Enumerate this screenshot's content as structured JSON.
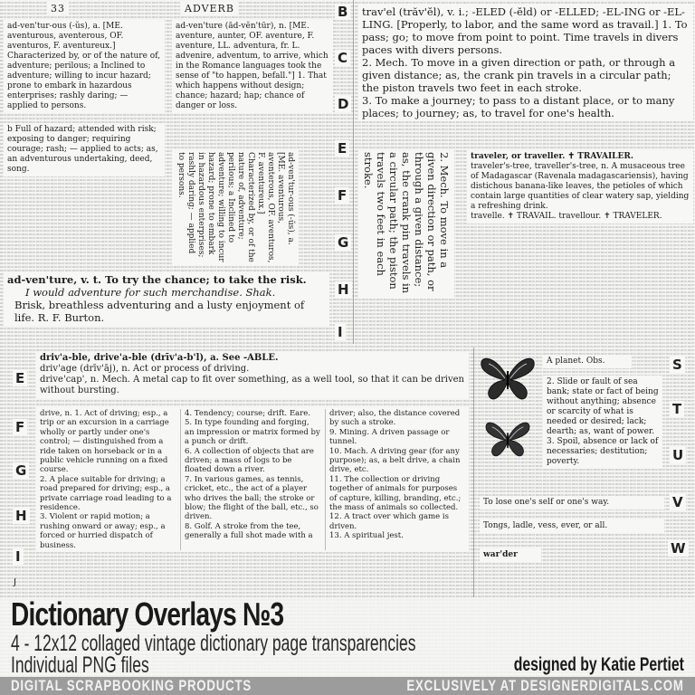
{
  "product": {
    "title": "Dictionary Overlays №3",
    "subtitle": "4 - 12x12 collaged vintage dictionary page transparencies",
    "files": "Individual PNG files",
    "credit": "designed by Katie Pertiet"
  },
  "footer": {
    "left": "DIGITAL SCRAPBOOKING PRODUCTS",
    "right": "EXCLUSIVELY AT DESIGNERDIGITALS.COM"
  },
  "page_header": {
    "page_number": "33",
    "section": "ADVERB"
  },
  "letters": {
    "top_right_column": [
      "B",
      "C",
      "D",
      "E",
      "F",
      "G",
      "H",
      "I"
    ],
    "bottom_left_column": [
      "E",
      "F",
      "G",
      "H",
      "I",
      "J"
    ],
    "right_column": [
      "S",
      "T",
      "U",
      "V",
      "W"
    ]
  },
  "snippets": [
    "ad-ven'tur-ous (-ŭs), a. [ME. aventurous, aventerous, OF. aventuros, F. aventureux.] Characterized by, or of the nature of, adventure; perilous; a Inclined to adventure; willing to incur hazard; prone to embark in hazardous enterprises; rashly daring; — applied to persons.",
    "b Full of hazard; attended with risk; exposing to danger; requiring courage; rash; — applied to acts; as, an adventurous undertaking, deed, song.",
    "ad-ven'ture, v. t. To try the chance; to take the risk.",
    "I would adventure for such merchandise.  Shak.",
    "Brisk, breathless adventuring and a lusty enjoyment of life.  R. F. Burton.",
    "ad-ven'ture (ăd-vĕn'tūr), n. [ME. aventure, aunter, OF. aventure, F. aventure, LL. adventura, fr. L. advenire, adventum, to arrive, which in the Romance languages took the sense of \"to happen, befall.\"] 1. That which happens without design; chance; hazard; hap; chance of danger or loss.",
    "trav'el (trăv'ĕl), v. i.; -ELED (-ĕld) or -ELLED; -EL-ING or -EL-LING. [Properly, to labor, and the same word as travail.] 1. To pass; go; to move from point to point. Time travels in divers paces with divers persons.",
    "2. Mech. To move in a given direction or path, or through a given distance; as, the crank pin travels in a circular path; the piston travels two feet in each stroke.",
    "3. To make a journey; to pass to a distant place, or to many places; to journey; as, to travel for one's health.",
    "traveler, or traveller. ✝ TRAVAILER.",
    "traveler's-tree, traveller's-tree, n. A musaceous tree of Madagascar (Ravenala madagascariensis), having distichous banana-like leaves, the petioles of which contain large quantities of clear watery sap, yielding a refreshing drink.",
    "travelle. ✝ TRAVAIL.  travellour. ✝ TRAVELER.",
    "driv'a-ble, drive'a-ble (drīv'a-b'l), a. See -ABLE.",
    "driv'age (drīv'āj), n. Act or process of driving.",
    "drive'cap', n. Mech. A metal cap to fit over something, as a well tool, so that it can be driven without bursting.",
    "drive, n. 1. Act of driving; esp., a trip or an excursion in a carriage wholly or partly under one's control; — distinguished from a ride taken on horseback or in a public vehicle running on a fixed course.",
    "2. A place suitable for driving; a road prepared for driving; esp., a private carriage road leading to a residence.",
    "3. Violent or rapid motion; a rushing onward or away; esp., a forced or hurried dispatch of business.",
    "4. Tendency; course; drift.  Eare.",
    "5. In type founding and forging, an impression or matrix formed by a punch or drift.",
    "6. A collection of objects that are driven; a mass of logs to be floated down a river.",
    "7. In various games, as tennis, cricket, etc., the act of a player who drives the ball; the stroke or blow; the flight of the ball, etc., so driven.",
    "8. Golf. A stroke from the tee, generally a full shot made with a driver; also, the distance covered by such a stroke.",
    "9. Mining. A driven passage or tunnel.",
    "10. Mach. A driving gear (for any purpose); as, a belt drive, a chain drive, etc.",
    "11. The collection or driving together of animals for purposes of capture, killing, branding, etc.; the mass of animals so collected.",
    "12. A tract over which game is driven.",
    "13. A spiritual jest.",
    "A planet. Obs.",
    "To lose one's self or one's way.",
    "Tongs, ladle, vess, ever, or all.",
    "war'der",
    "2. Slide or fault of sea bank; state or fact of being without anything; absence or scarcity of what is needed or desired; lack; dearth; as, want of power.",
    "3. Spoil, absence or lack of necessaries; destitution; poverty."
  ],
  "icons": {
    "butterfly_1": "butterfly-illustration",
    "butterfly_2": "butterfly-illustration"
  },
  "colors": {
    "footer_bar": "#9c9c9c",
    "footer_text": "#f2f2f2",
    "title_text": "#1a1a1a",
    "paper": "#f4f4f2"
  }
}
